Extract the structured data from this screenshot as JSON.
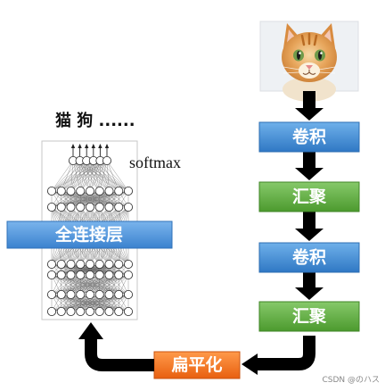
{
  "diagram": {
    "output_label": "猫 狗 ......",
    "softmax_label": "softmax",
    "fc_label": "全连接层",
    "pipeline": [
      {
        "label": "卷积",
        "kind": "conv",
        "color": "#3a86d0"
      },
      {
        "label": "汇聚",
        "kind": "pool",
        "color": "#5aa83a"
      },
      {
        "label": "卷积",
        "kind": "conv",
        "color": "#3a86d0"
      },
      {
        "label": "汇聚",
        "kind": "pool",
        "color": "#5aa83a"
      }
    ],
    "flatten_label": "扁平化",
    "input_image": "kitten-photo",
    "watermark": "CSDN @のハス"
  },
  "colors": {
    "conv_blue": "#3a86d0",
    "pool_green": "#5aa83a",
    "flatten_orange": "#ef6d1b",
    "fc_blue": "#4a8fd6",
    "arrow": "#000000"
  }
}
